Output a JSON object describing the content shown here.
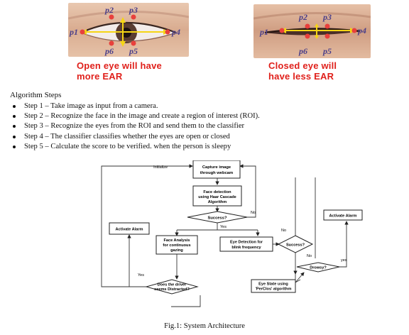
{
  "eye_figures": {
    "open": {
      "points": [
        "p2",
        "p3",
        "p1",
        "p4",
        "p6",
        "p5"
      ],
      "caption_line1": "Open eye will have",
      "caption_line2": "more EAR"
    },
    "closed": {
      "points": [
        "p2",
        "p3",
        "p1",
        "p4",
        "p6",
        "p5"
      ],
      "caption_line1": "Closed eye will",
      "caption_line2": "have less EAR"
    }
  },
  "algorithm": {
    "title": "Algorithm Steps",
    "steps": [
      "Step 1 – Take image as input from a camera.",
      "Step 2 – Recognize the face in the image and create a region of interest (ROI).",
      "Step 3 – Recognize the eyes from the ROI and send them to the classifier",
      "Step 4 – The classifier classifies whether the eyes are open or closed",
      "Step 5 – Calculate the score to be verified. when the person is sleepy"
    ]
  },
  "flowchart": {
    "initialize_label": "Initialize",
    "capture_line1": "Capture image",
    "capture_line2": "through webcam",
    "face_det_line1": "Face detection",
    "face_det_line2": "using Haar Cascade",
    "face_det_line3": "Algorithm",
    "success1": "Success?",
    "no1": "No",
    "yes1": "Yes",
    "activate_alarm_left": "Activate Alarm",
    "face_analysis_line1": "Face Analysis",
    "face_analysis_line2": "for continuous",
    "face_analysis_line3": "gazing",
    "eye_det_line1": "Eye Detection for",
    "eye_det_line2": "blink frequency",
    "success2": "Success?",
    "no2_top": "No",
    "no2_bottom": "No",
    "activate_alarm_right": "Activate Alarm",
    "yes_right": "yes",
    "drowsy": "Drowsy?",
    "eye_state_line1": "Eye State using",
    "eye_state_line2": "'PerClos' algorithm",
    "distracted_line1": "Does the driver",
    "distracted_line2": "seems Distracted?",
    "yes_left": "Yes"
  },
  "figure_caption": "Fig.1: System Architecture",
  "colors": {
    "accent_red": "#e0201b",
    "point_red": "#e8403c",
    "arrow_yellow": "#f5d516",
    "point_label": "#4a3f8a"
  }
}
